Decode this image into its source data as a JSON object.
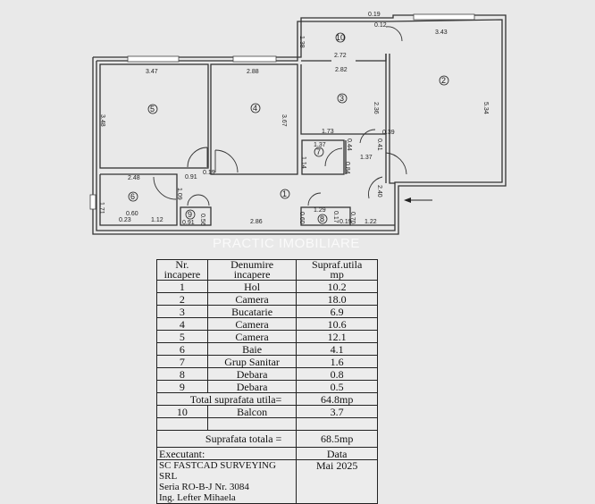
{
  "plan": {
    "rooms": [
      {
        "nr": "1"
      },
      {
        "nr": "2"
      },
      {
        "nr": "3"
      },
      {
        "nr": "4"
      },
      {
        "nr": "5"
      },
      {
        "nr": "6"
      },
      {
        "nr": "7"
      },
      {
        "nr": "8"
      },
      {
        "nr": "9"
      },
      {
        "nr": "10"
      }
    ],
    "dimensions": {
      "r5_w": "3.47",
      "r5_h": "3.48",
      "r4_w": "2.88",
      "r4_h": "3.67",
      "r3_w": "2.82",
      "r3_h": "2.36",
      "r3_b": "1.73",
      "r10_w": "2.72",
      "r10_h": "1.38",
      "r2_w": "3.43",
      "r2_h": "5.34",
      "r7_w": "1.37",
      "r7_h": "1.14",
      "d044": "0.44",
      "d041": "0.41",
      "d039": "0.39",
      "d084": "0.84",
      "d137": "1.37",
      "r6_w": "2.48",
      "r6_h": "1.71",
      "r6_a": "0.60",
      "r6_b": "1.12",
      "r6_c": "0.23",
      "d091a": "0.91",
      "d019": "0.19",
      "d109": "1.09",
      "r9_w": "0.91",
      "r9_h": "0.56",
      "h_w": "2.86",
      "r8_w": "1.29",
      "r8_h": "0.60",
      "d017": "0.17",
      "d070": "0.70",
      "d019b": "0.19",
      "d122": "1.22",
      "d240": "2.40",
      "b019": "0.19",
      "b012": "0.12"
    }
  },
  "watermark": "PRACTIC IMOBILIARE",
  "table": {
    "headers": {
      "nr": "Nr.",
      "nr2": "incapere",
      "den": "Denumire",
      "den2": "incapere",
      "supr": "Supraf.utila",
      "supr2": "mp"
    },
    "rows": [
      {
        "nr": "1",
        "name": "Hol",
        "area": "10.2"
      },
      {
        "nr": "2",
        "name": "Camera",
        "area": "18.0"
      },
      {
        "nr": "3",
        "name": "Bucatarie",
        "area": "6.9"
      },
      {
        "nr": "4",
        "name": "Camera",
        "area": "10.6"
      },
      {
        "nr": "5",
        "name": "Camera",
        "area": "12.1"
      },
      {
        "nr": "6",
        "name": "Baie",
        "area": "4.1"
      },
      {
        "nr": "7",
        "name": "Grup Sanitar",
        "area": "1.6"
      },
      {
        "nr": "8",
        "name": "Debara",
        "area": "0.8"
      },
      {
        "nr": "9",
        "name": "Debara",
        "area": "0.5"
      }
    ],
    "total_utila_label": "Total suprafata utila=",
    "total_utila": "64.8mp",
    "balcon": {
      "nr": "10",
      "name": "Balcon",
      "area": "3.7"
    },
    "total_label": "Suprafata totala =",
    "total": "68.5mp",
    "executant_label": "Executant:",
    "data_label": "Data",
    "company": "SC FASTCAD SURVEYING SRL",
    "serie": "Seria RO-B-J Nr. 3084",
    "engineer": "Ing. Lefter Mihaela",
    "date": "Mai 2025"
  }
}
